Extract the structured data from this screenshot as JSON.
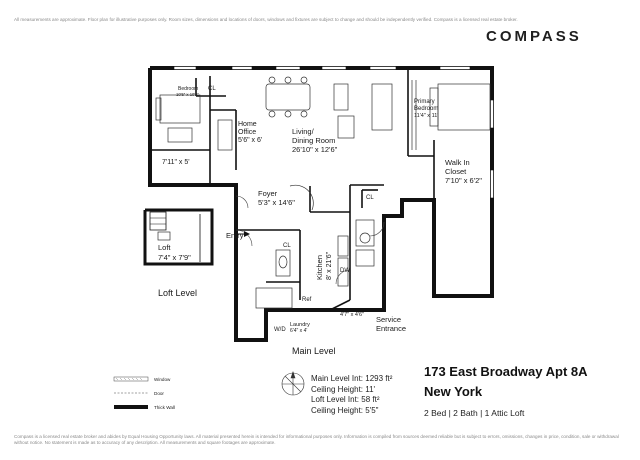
{
  "brand": {
    "logo_text": "COMPASS",
    "accent": "#1a1a1a"
  },
  "header": {
    "disclaimer": "All measurements are approximate. Floor plan for illustrative purposes only. Room sizes, dimensions and locations of doors, windows and fixtures are subject to change and should be independently verified. Compass is a licensed real estate broker."
  },
  "rooms": {
    "bedroom": {
      "name": "Bedroom",
      "dims": "10'5\" x 10'5\""
    },
    "bedroom_cl": {
      "name": "CL"
    },
    "closet_small": {
      "dims": "7'11\" x 5'"
    },
    "home_office": {
      "name": "Home",
      "name2": "Office",
      "dims": "5'6\" x 6'"
    },
    "living": {
      "name": "Living/",
      "name2": "Dining Room",
      "dims": "26'10\" x 12'6\""
    },
    "primary": {
      "name": "Primary",
      "name2": "Bedroom",
      "dims": "11'4\" x 11'"
    },
    "walkin": {
      "name": "Walk In",
      "name2": "Closet",
      "dims": "7'10\" x 6'2\""
    },
    "foyer": {
      "name": "Foyer",
      "dims": "5'3\" x 14'6\""
    },
    "kitchen": {
      "name": "Kitchen",
      "dims": "8' x 21'6\""
    },
    "kitchen_cl": {
      "name": "CL"
    },
    "entry_cl": {
      "name": "CL"
    },
    "dw": {
      "name": "DW"
    },
    "ref": {
      "name": "Ref"
    },
    "wd": {
      "name": "W/D"
    },
    "laundry": {
      "name": "Laundry",
      "dims": "6'4\" x 4'"
    },
    "hall": {
      "dims": "4'7\" x 4'6\""
    },
    "service": {
      "name": "Service",
      "name2": "Entrance"
    },
    "entry": {
      "name": "Entry"
    },
    "loft": {
      "name": "Loft",
      "dims": "7'4\" x 7'9\""
    }
  },
  "levels": {
    "loft_level": "Loft Level",
    "main_level": "Main Level"
  },
  "legend": {
    "window": "Window",
    "door": "Door",
    "thick_wall": "Thick Wall"
  },
  "info": {
    "main_level_int": "Main Level Int: 1293 ft²",
    "ceiling_main": "Ceiling Height: 11'",
    "loft_level_int": "Loft Level Int: 58 ft²",
    "ceiling_loft": "Ceiling Height: 5'5\""
  },
  "listing": {
    "address": "173 East Broadway Apt 8A",
    "city": "New York",
    "specs": "2 Bed | 2 Bath | 1 Attic Loft"
  },
  "footer": {
    "disclaimer": "Compass is a licensed real estate broker and abides by Equal Housing Opportunity laws. All material presented herein is intended for informational purposes only. Information is compiled from sources deemed reliable but is subject to errors, omissions, changes in price, condition, sale or withdrawal without notice. No statement is made as to accuracy of any description. All measurements and square footages are approximate."
  }
}
